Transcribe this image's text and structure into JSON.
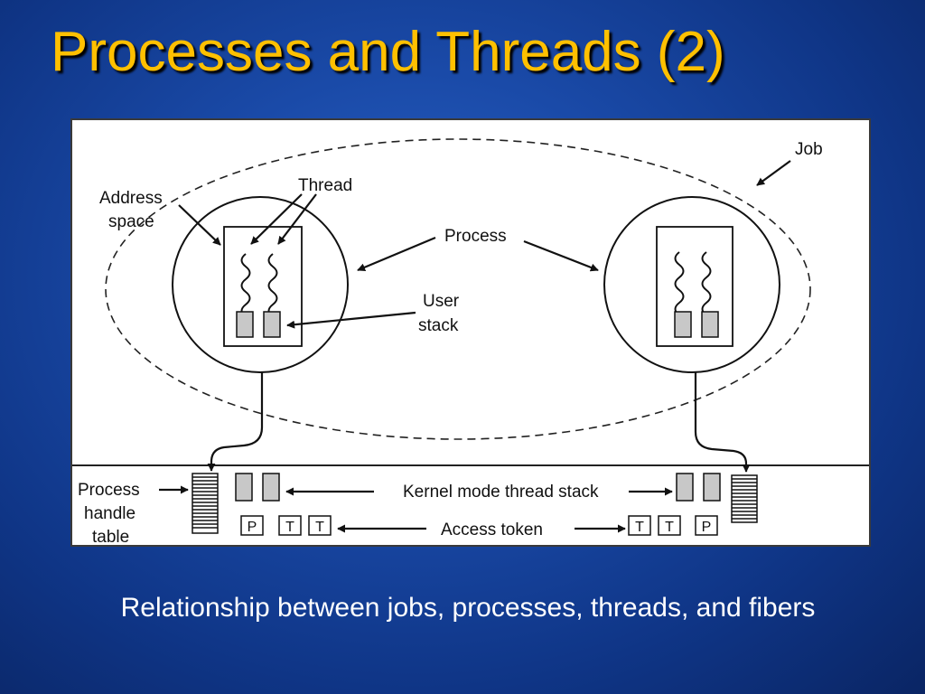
{
  "slide": {
    "title": "Processes and Threads (2)",
    "caption": "Relationship between jobs, processes, threads, and fibers"
  },
  "diagram": {
    "labels": {
      "job": "Job",
      "thread": "Thread",
      "address_space_line1": "Address",
      "address_space_line2": "space",
      "process": "Process",
      "user_stack_line1": "User",
      "user_stack_line2": "stack",
      "process_handle_table_line1": "Process",
      "process_handle_table_line2": "handle",
      "process_handle_table_line3": "table",
      "kernel_mode_thread_stack": "Kernel mode thread stack",
      "access_token": "Access token"
    },
    "token_boxes_left": [
      "P",
      "T",
      "T"
    ],
    "token_boxes_right": [
      "T",
      "T",
      "P"
    ]
  },
  "colors": {
    "title": "#ffc000",
    "background": "#1a4aa8",
    "caption": "#ffffff",
    "stack_fill": "#c8c8c8"
  }
}
